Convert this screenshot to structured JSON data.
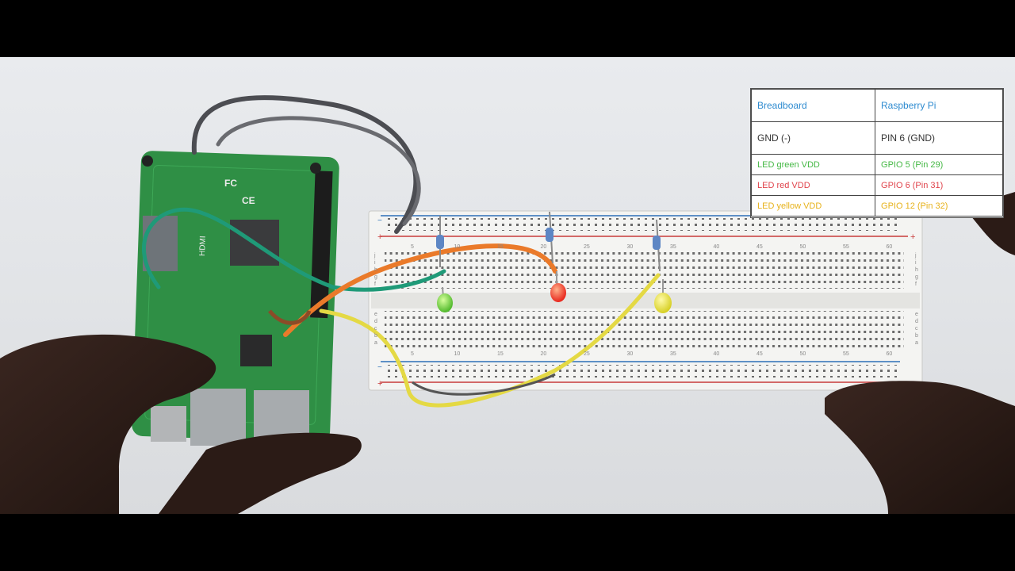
{
  "overlay_table": {
    "headers": [
      "Breadboard",
      "Raspberry Pi"
    ],
    "rows": [
      {
        "breadboard": "GND (-)",
        "pi": "PIN 6 (GND)",
        "color": "#333333"
      },
      {
        "breadboard": "LED green  VDD",
        "pi": "GPIO 5 (Pin 29)",
        "color": "#45b845"
      },
      {
        "breadboard": "LED red VDD",
        "pi": "GPIO 6 (Pin 31)",
        "color": "#e0444c"
      },
      {
        "breadboard": "LED yellow VDD",
        "pi": "GPIO 12 (Pin 32)",
        "color": "#e7b21a"
      }
    ]
  },
  "board_text": {
    "fc_mark": "FC",
    "ce_mark": "CE",
    "hdmi_label": "HDMI"
  },
  "breadboard_numbers": [
    "5",
    "10",
    "15",
    "20",
    "25",
    "30",
    "35",
    "40",
    "45",
    "50",
    "55",
    "60"
  ],
  "row_letters_top": "jihgf",
  "row_letters_bottom": "edcba",
  "colors": {
    "led_green": "#6fd43a",
    "led_red": "#ff3b2a",
    "led_yellow": "#e8e030",
    "wire_orange": "#ea7a2a",
    "wire_yellow": "#e4d944",
    "wire_teal": "#1f9a78",
    "wire_gray": "#4c4d52",
    "pcb": "#2f8f45"
  }
}
